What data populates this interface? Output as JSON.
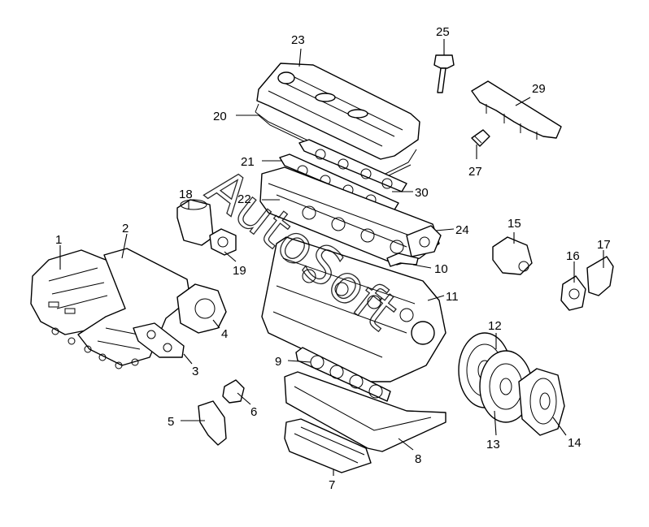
{
  "watermark": "AutoSoft",
  "callouts": [
    "1",
    "2",
    "3",
    "4",
    "5",
    "6",
    "7",
    "8",
    "9",
    "10",
    "11",
    "12",
    "13",
    "14",
    "15",
    "16",
    "17",
    "18",
    "19",
    "20",
    "21",
    "22",
    "23",
    "24",
    "25",
    "27",
    "29",
    "30"
  ]
}
